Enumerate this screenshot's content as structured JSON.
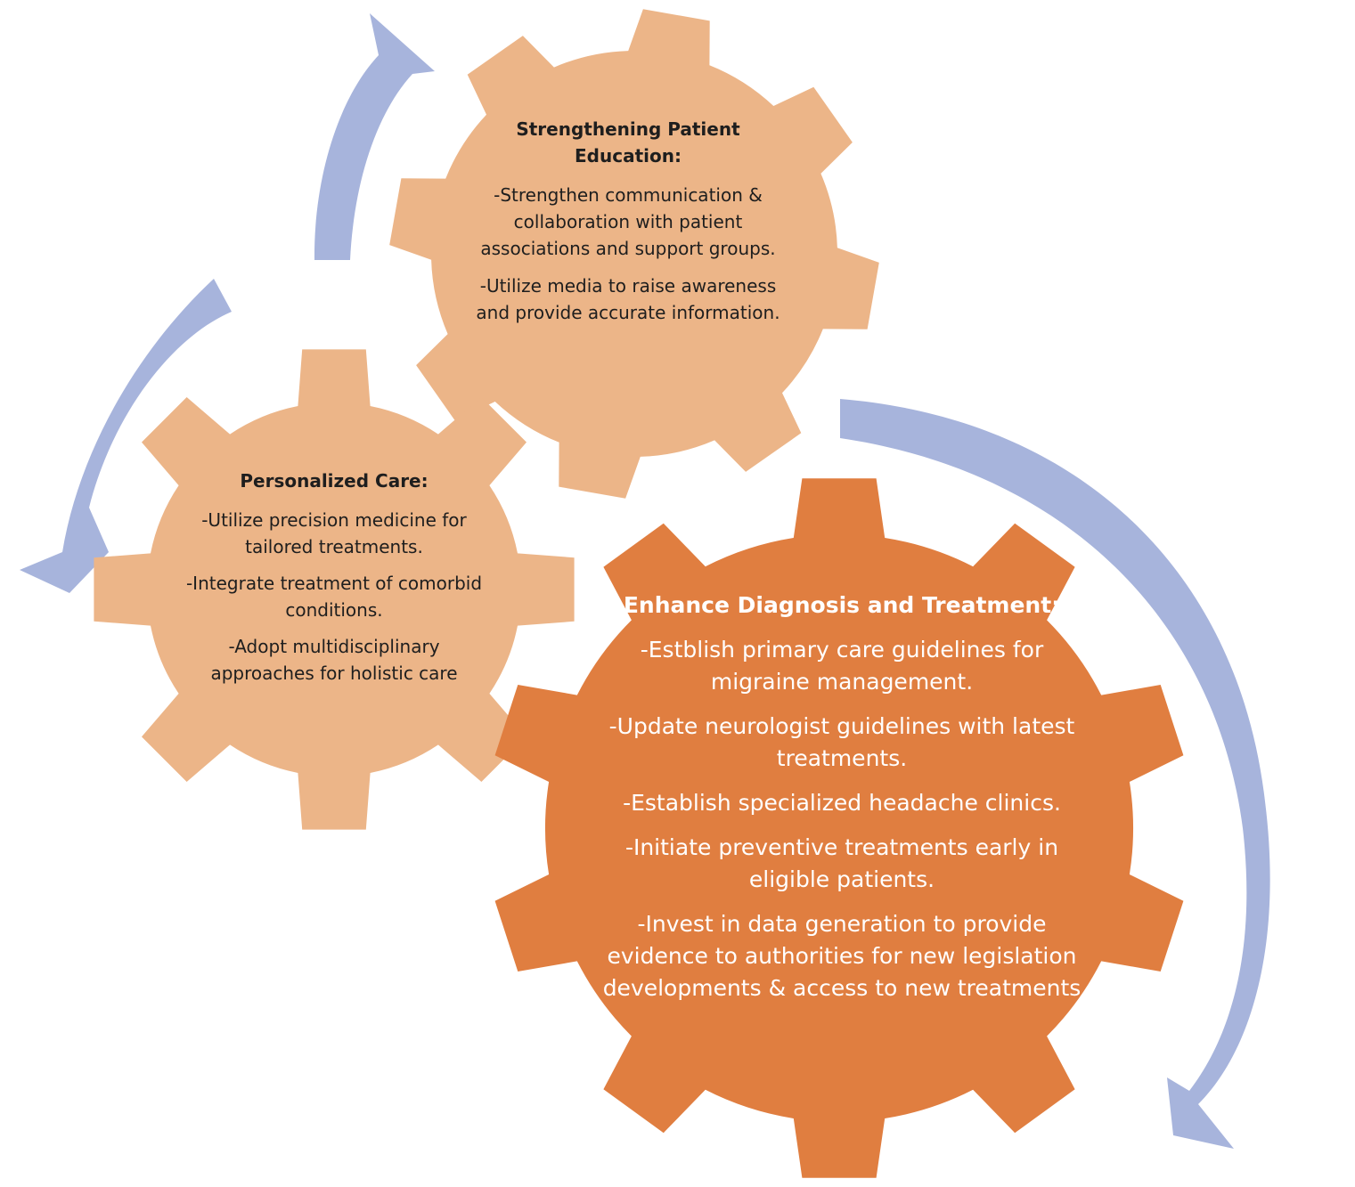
{
  "colors": {
    "arrow": "#a7b4dc",
    "gear_light": "#ecb588",
    "gear_dark": "#e07e40",
    "text_dark": "#1e1e1e",
    "text_light": "#ffffff"
  },
  "gears": {
    "education": {
      "title": "Strengthening Patient Education:",
      "items": [
        "-Strengthen communication & collaboration with patient associations and support groups.",
        "-Utilize media to raise awareness and provide accurate information."
      ]
    },
    "care": {
      "title": "Personalized Care:",
      "items": [
        "-Utilize precision medicine for tailored treatments.",
        "-Integrate treatment of comorbid conditions.",
        "-Adopt multidisciplinary approaches for holistic care"
      ]
    },
    "diagnosis": {
      "title": "Enhance Diagnosis and Treatment:",
      "items": [
        "-Estblish primary care guidelines for migraine management.",
        "-Update neurologist guidelines with latest treatments.",
        "-Establish specialized headache clinics.",
        "-Initiate preventive treatments early in eligible patients.",
        "-Invest in data generation to provide evidence to authorities for new legislation developments & access to new treatments"
      ]
    }
  }
}
